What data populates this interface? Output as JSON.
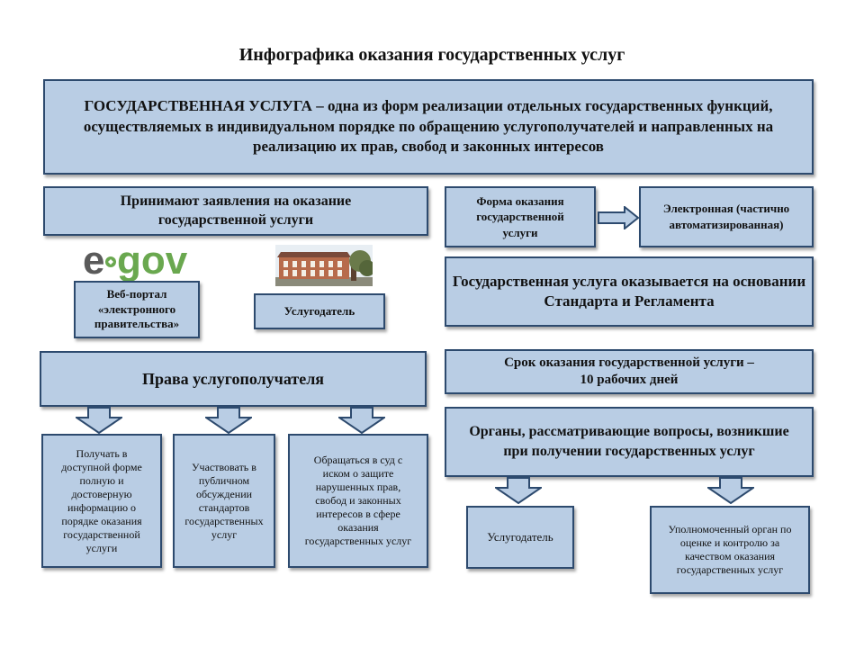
{
  "title": "Инфографика оказания государственных услуг",
  "definition": {
    "term": "ГОСУДАРСТВЕННАЯ УСЛУГА",
    "text": " – одна из форм реализации отдельных государственных функций, осуществляемых в индивидуальном порядке по обращению услугополучателей и направленных на реализацию их прав, свобод и законных интересов"
  },
  "applications": {
    "heading": "Принимают заявления на оказание государственной услуги",
    "logo_text": "egov",
    "portal": "Веб-портал «электронного правительства»",
    "provider": "Услугодатель"
  },
  "form": {
    "label": "Форма оказания государственной услуги",
    "value": "Электронная (частично автоматизированная)"
  },
  "basis": {
    "line1": "Государственная услуга оказывается на основании",
    "line2": "Стандарта и Регламента"
  },
  "rights": {
    "heading": "Права услугополучателя",
    "items": [
      "Получать в доступной форме полную и достоверную информацию о порядке оказания государственной услуги",
      "Участвовать в публичном обсуждении стандартов государственных услуг",
      "Обращаться в суд с иском о защите нарушенных прав, свобод и законных интересов в сфере оказания государственных услуг"
    ]
  },
  "term": {
    "line1": "Срок оказания государственной услуги –",
    "line2": "10 рабочих дней"
  },
  "bodies": {
    "heading": "Органы, рассматривающие вопросы, возникшие при получении государственных услуг",
    "items": [
      "Услугодатель",
      "Уполномоченный орган по оценке и контролю за качеством оказания государственных услуг"
    ]
  },
  "colors": {
    "box_fill": "#b9cde4",
    "box_border": "#2d4a6e",
    "logo_green": "#6aa84f",
    "logo_gray": "#5a5a5a"
  }
}
